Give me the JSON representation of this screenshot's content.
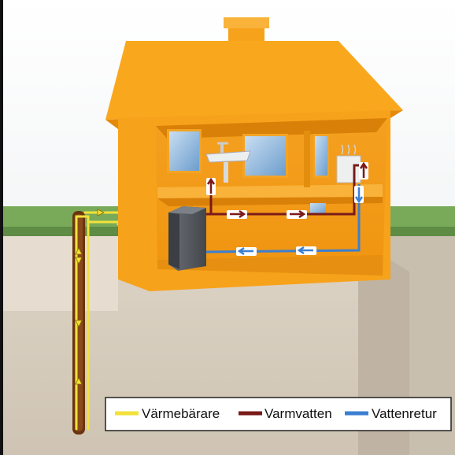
{
  "legend": {
    "items": [
      {
        "label": "Värmebärare",
        "color": "#f2e23a"
      },
      {
        "label": "Varmvatten",
        "color": "#7a1a1a"
      },
      {
        "label": "Vattenretur",
        "color": "#3b7fd1"
      }
    ]
  },
  "colors": {
    "house": "#f7a21b",
    "house_dark": "#e08a10",
    "interior": "#f59a18",
    "window": "#9fc4e6",
    "grass": "#78a95a",
    "soil": "#d9cfbf",
    "heat_pump": "#555a60",
    "borehole_pipe": "#5a2a10"
  }
}
